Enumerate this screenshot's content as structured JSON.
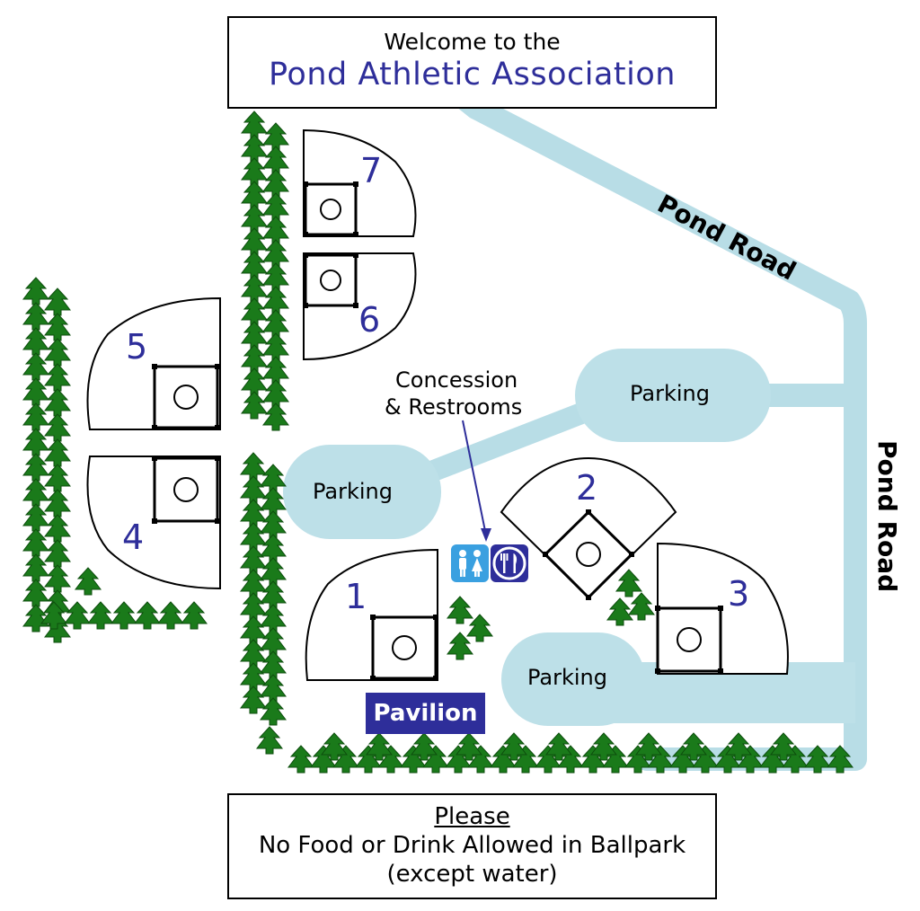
{
  "header": {
    "welcome": "Welcome to the",
    "association": "Pond Athletic Association"
  },
  "roads": {
    "diagonal": "Pond Road",
    "vertical": "Pond Road"
  },
  "parking": {
    "upper_right": "Parking",
    "middle_left": "Parking",
    "lower": "Parking"
  },
  "facilities": {
    "concession_line1": "Concession",
    "concession_line2": "& Restrooms",
    "restroom_icon": "restroom-icon",
    "food_icon": "food-icon",
    "pavilion": "Pavilion"
  },
  "fields": [
    "1",
    "2",
    "3",
    "4",
    "5",
    "6",
    "7"
  ],
  "notice": {
    "heading": "Please",
    "line1": "No Food or Drink Allowed in Ballpark",
    "line2": "(except water)"
  },
  "colors": {
    "road": "#b8dde6",
    "parking": "#bde0e8",
    "tree": "#1a7a1a",
    "accent": "#2e2e9a"
  }
}
